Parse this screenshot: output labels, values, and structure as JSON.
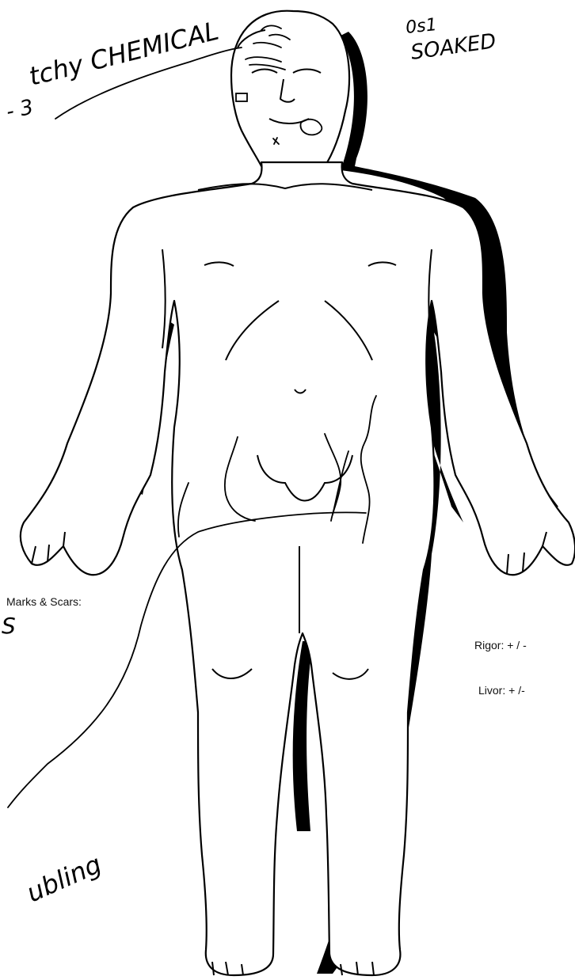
{
  "form": {
    "marks_scars_label": "Marks & Scars:",
    "rigor_label": "Rigor: + / -",
    "livor_label": "Livor:  + /-"
  },
  "handwriting": {
    "head_note": "tchy CHEMICAL",
    "head_note_prefix": "- 3",
    "top_right_note_line1": "0s1",
    "top_right_note_line2": "SOAKED",
    "bottom_left_note": "ubling",
    "marks_note": "S"
  },
  "colors": {
    "ink": "#000000",
    "body_fill": "#ffffff",
    "paper": "#ffffff"
  }
}
